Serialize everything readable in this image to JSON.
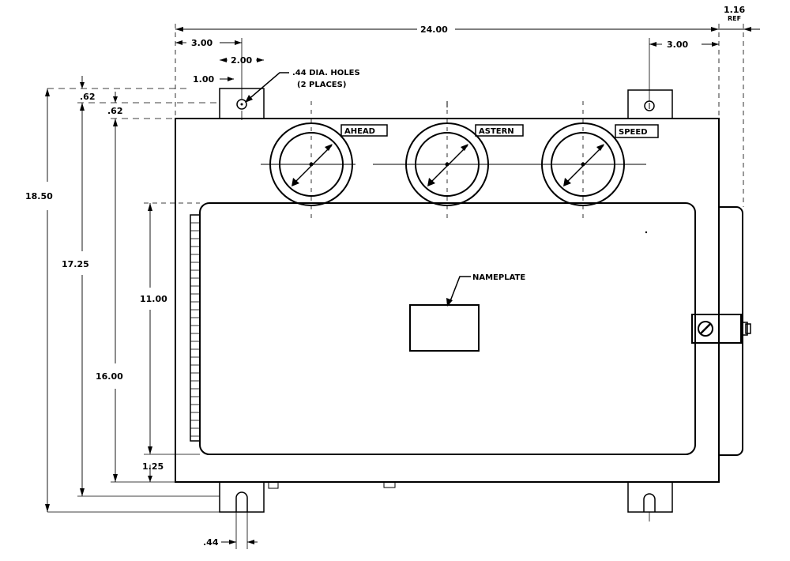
{
  "dimensions": {
    "overall_width": "24.00",
    "right_offset": "1.16",
    "ref": "REF",
    "left_offset": "3.00",
    "right_lug_offset": "3.00",
    "hole_offset_x": "2.00",
    "hole_offset_y": "1.00",
    "top_left_62": ".62",
    "top_right_62": ".62",
    "overall_height": "18.50",
    "height_17_25": "17.25",
    "height_16_00": "16.00",
    "door_height": "11.00",
    "bottom_gap": "1.25",
    "slot_width": ".44"
  },
  "callouts": {
    "holes_line1": ".44 DIA. HOLES",
    "holes_line2": "(2 PLACES)",
    "nameplate": "NAMEPLATE"
  },
  "gauges": [
    {
      "label": "AHEAD"
    },
    {
      "label": "ASTERN"
    },
    {
      "label": "SPEED"
    }
  ]
}
